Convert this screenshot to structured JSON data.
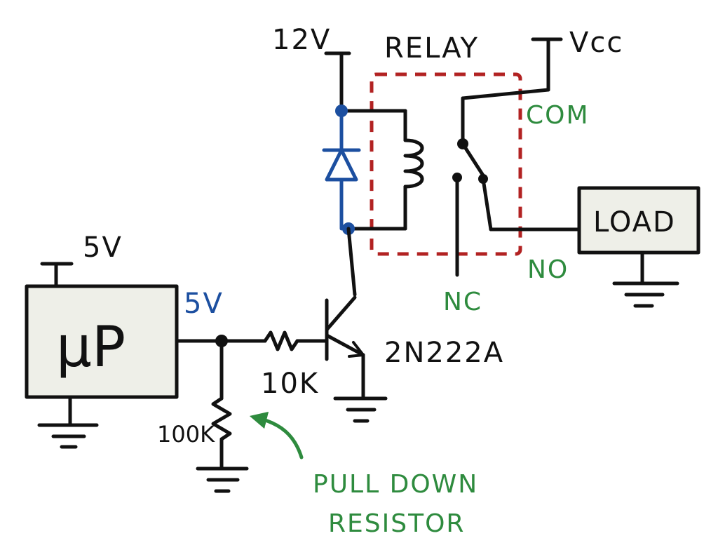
{
  "diagram": {
    "labels": {
      "supply_12v": "12V",
      "relay": "RELAY",
      "vcc": "Vcc",
      "com": "COM",
      "no": "NO",
      "nc": "NC",
      "load": "LOAD",
      "mcu_supply": "5V",
      "mcu": "μP",
      "mcu_out": "5V",
      "base_resistor": "10K",
      "pulldown_resistor": "100K",
      "transistor": "2N222A",
      "pulldown_note_1": "PULL DOWN",
      "pulldown_note_2": "RESISTOR"
    },
    "colors": {
      "ink": "#111111",
      "diode": "#1c4fa0",
      "relay_outline": "#b22222",
      "annotation": "#2e8b3e",
      "box_fill": "#eeefe8"
    }
  }
}
